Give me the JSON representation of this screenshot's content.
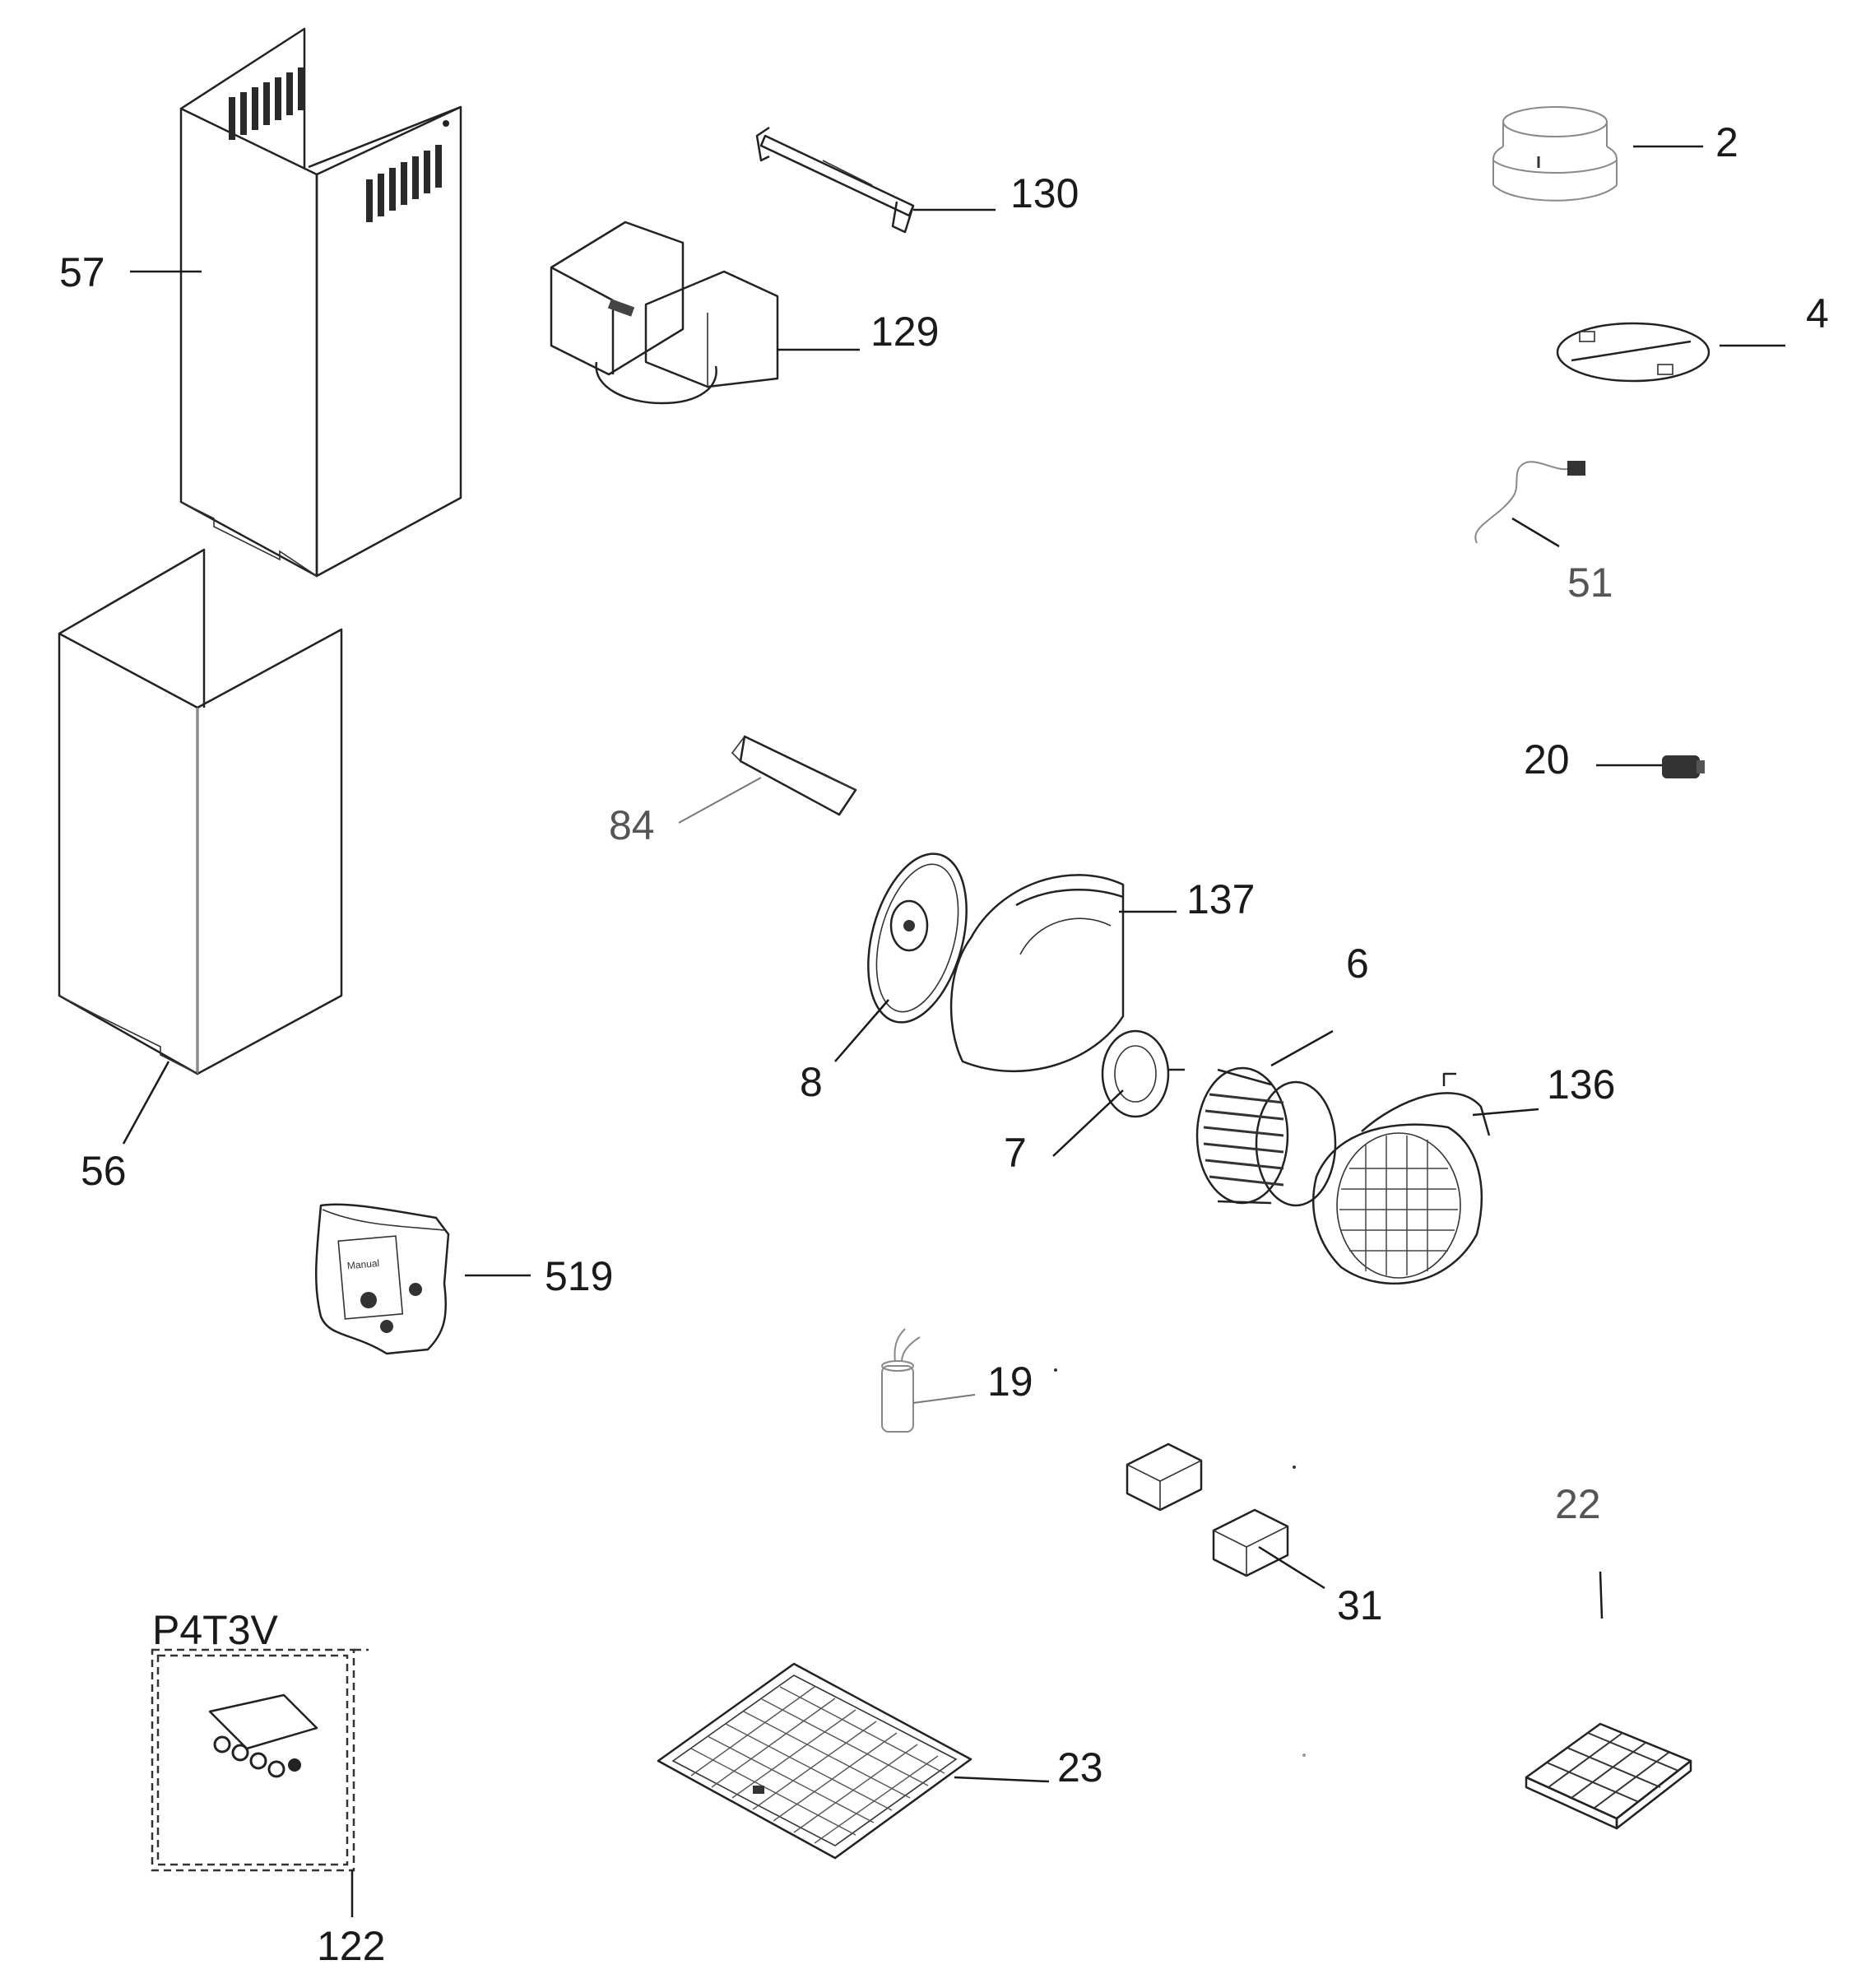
{
  "callouts": {
    "p57": "57",
    "p56": "56",
    "p519": "519",
    "p130": "130",
    "p129": "129",
    "p84": "84",
    "p137": "137",
    "p8": "8",
    "p7": "7",
    "p6": "6",
    "p136": "136",
    "p19": "19",
    "p31": "31",
    "p23": "23",
    "p2": "2",
    "p4": "4",
    "p51": "51",
    "p20": "20",
    "p22": "22",
    "p122": "122"
  },
  "group_label": "P4T3V",
  "manual_text": "Manual"
}
